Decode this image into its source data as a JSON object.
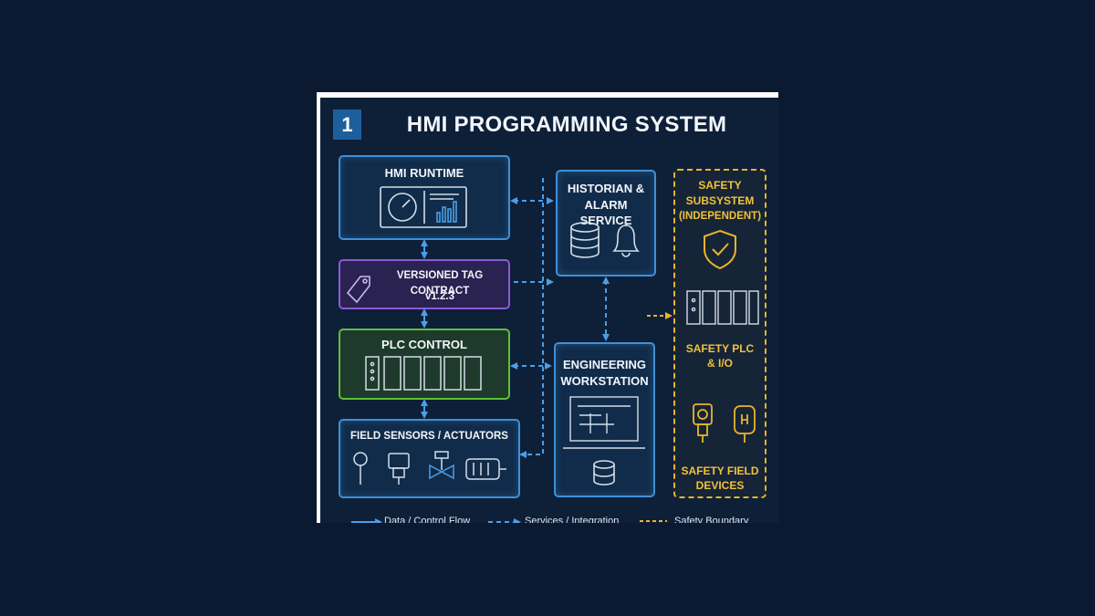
{
  "badge": "1",
  "title": "HMI PROGRAMMING SYSTEM",
  "blocks": {
    "hmi_runtime": "HMI RUNTIME",
    "tag_contract": "VERSIONED TAG CONTRACT",
    "tag_version": "v1.2.3",
    "plc_control": "PLC CONTROL",
    "field": "FIELD SENSORS / ACTUATORS",
    "historian_line1": "HISTORIAN &",
    "historian_line2": "ALARM SERVICE",
    "eng_line1": "ENGINEERING",
    "eng_line2": "WORKSTATION",
    "safety_title1": "SAFETY",
    "safety_title2": "SUBSYSTEM",
    "safety_title3": "(INDEPENDENT)",
    "safety_plc1": "SAFETY PLC",
    "safety_plc2": "& I/O",
    "safety_field1": "SAFETY FIELD",
    "safety_field2": "DEVICES"
  },
  "legend": {
    "data": "Data / Control Flow",
    "services": "Services / Integration",
    "safety": "Safety Boundary"
  },
  "colors": {
    "blue": "#3f8fd8",
    "purple": "#8a5ad8",
    "green": "#5fbf3a",
    "safety": "#e8b52a",
    "background": "#0e1f38"
  }
}
